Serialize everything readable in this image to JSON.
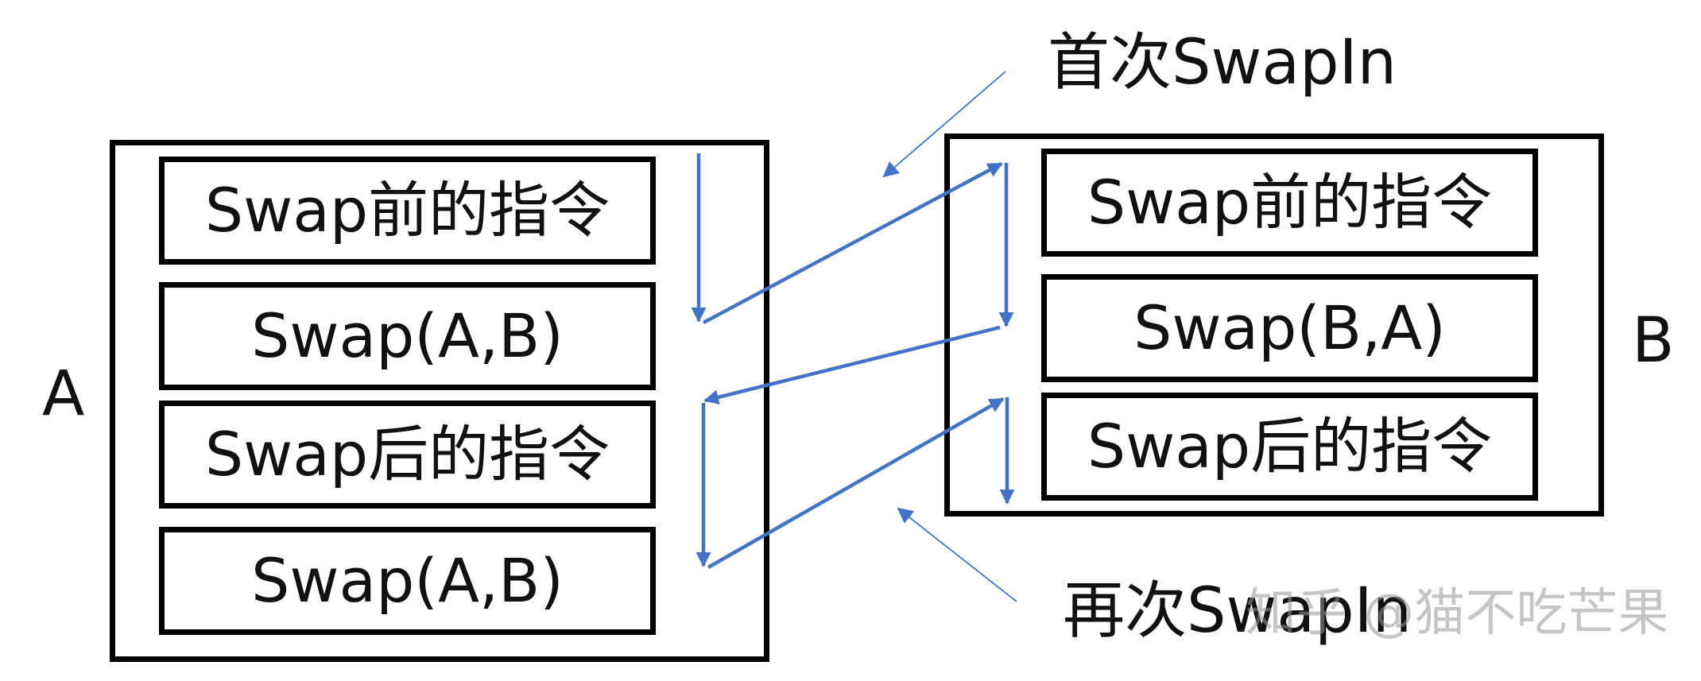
{
  "program_a": {
    "label": "A",
    "steps": [
      "Swap前的指令",
      "Swap(A,B)",
      "Swap后的指令",
      "Swap(A,B)"
    ]
  },
  "program_b": {
    "label": "B",
    "steps": [
      "Swap前的指令",
      "Swap(B,A)",
      "Swap后的指令"
    ]
  },
  "annotations": {
    "first_swapin": "首次SwapIn",
    "second_swapin": "再次SwapIn"
  },
  "watermark": "知乎 @猫不吃芒果",
  "colors": {
    "flow_arrow": "#4472C4",
    "box_border": "#000000"
  }
}
